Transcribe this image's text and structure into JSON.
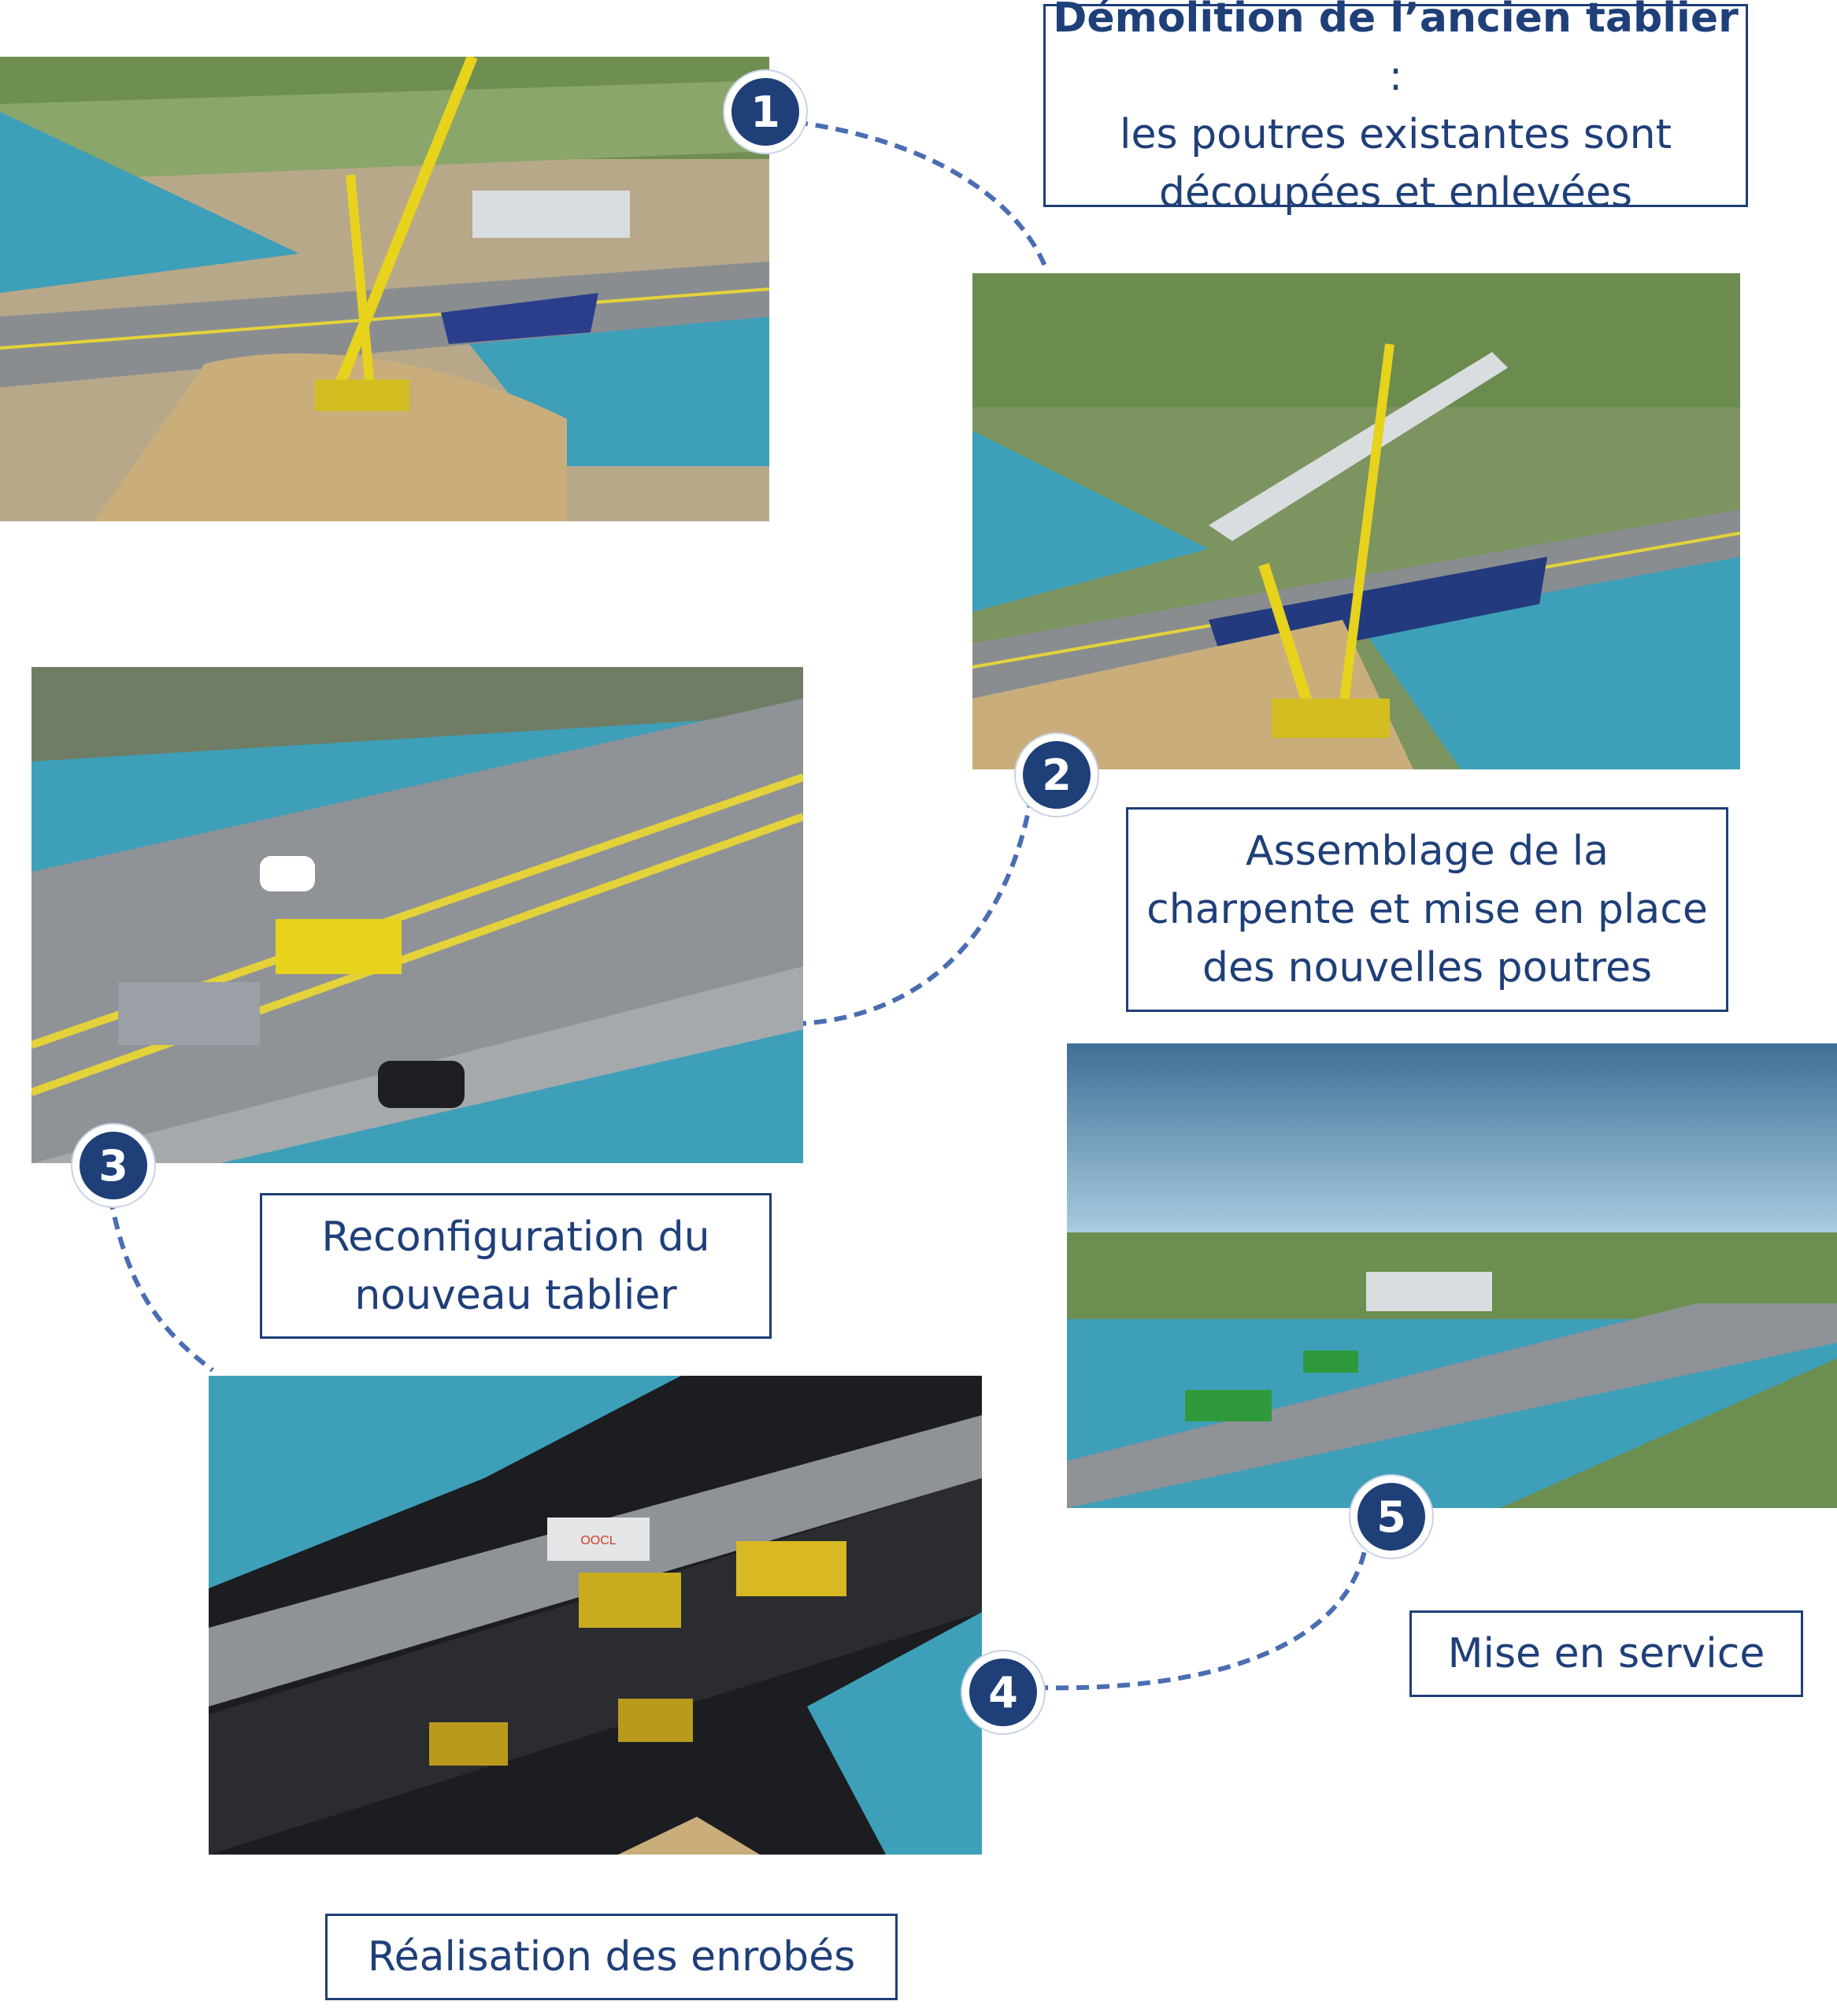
{
  "steps": [
    {
      "number": "1",
      "title": "Démolition de l’ancien tablier",
      "title_suffix": " :",
      "line2": "les poutres existantes sont",
      "line3": "découpées et enlevées"
    },
    {
      "number": "2",
      "line1": "Assemblage de la",
      "line2": "charpente et mise en place",
      "line3": "des nouvelles poutres"
    },
    {
      "number": "3",
      "line1": "Reconfiguration du",
      "line2": "nouveau tablier"
    },
    {
      "number": "4",
      "line1": "Réalisation des enrobés"
    },
    {
      "number": "5",
      "line1": "Mise en service"
    }
  ],
  "scene4": {
    "truck_logo": "OOCL"
  },
  "colors": {
    "navy": "#1f3f79",
    "dash": "#4a6db3",
    "water": "#3e9fb8",
    "road": "#8a8d90",
    "asphalt": "#2a2c30",
    "crane": "#e7d21c"
  }
}
